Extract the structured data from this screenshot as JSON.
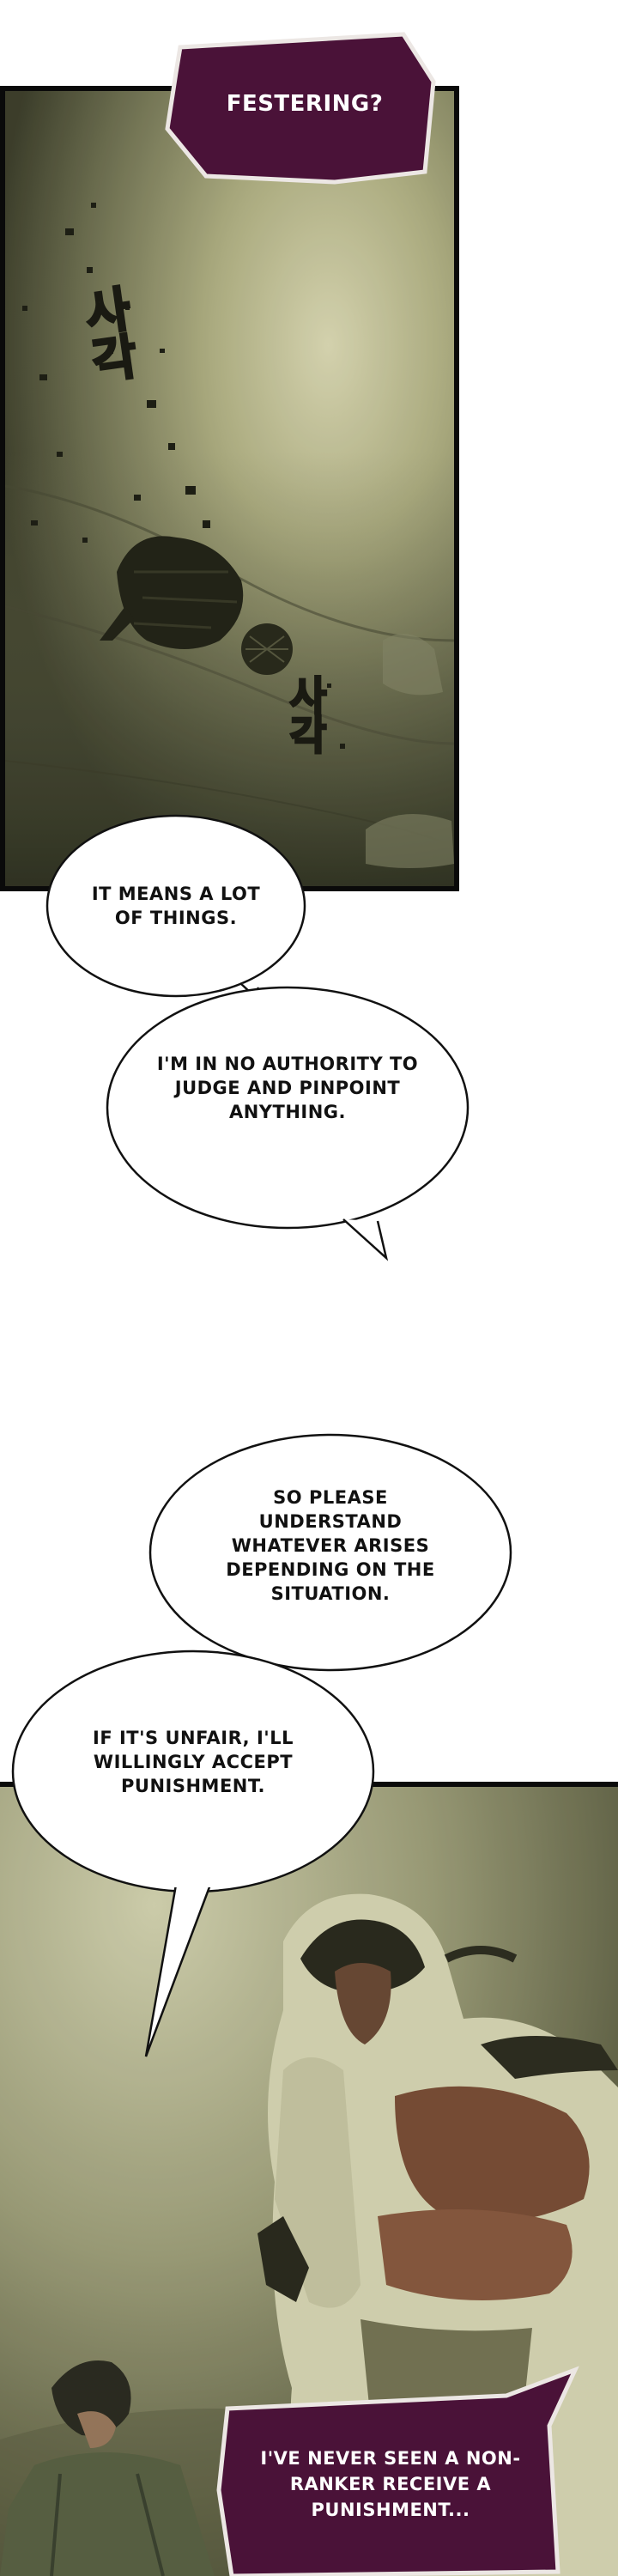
{
  "caption_top": {
    "text": "FESTERING?"
  },
  "sfx": [
    {
      "text": "사각"
    },
    {
      "text": "사각"
    }
  ],
  "bubbles": [
    {
      "text": "IT MEANS A LOT OF THINGS."
    },
    {
      "text": "I'M IN NO AUTHORITY TO JUDGE AND PINPOINT ANYTHING."
    },
    {
      "text": "SO PLEASE UNDERSTAND WHATEVER ARISES DEPENDING ON THE SITUATION."
    },
    {
      "text": "IF IT'S UNFAIR, I'LL WILLINGLY ACCEPT PUNISHMENT."
    }
  ],
  "caption_bottom": {
    "text": "I'VE NEVER SEEN A NON-RANKER RECEIVE A PUNISHMENT..."
  },
  "colors": {
    "caption_fill": "#4a1238",
    "panel_haze": "#b9b98e",
    "panel_dark": "#2c2d1e",
    "bubble_fill": "#ffffff",
    "ink": "#111111"
  },
  "icons": [
    "rock-creature",
    "hooded-man",
    "young-man"
  ]
}
